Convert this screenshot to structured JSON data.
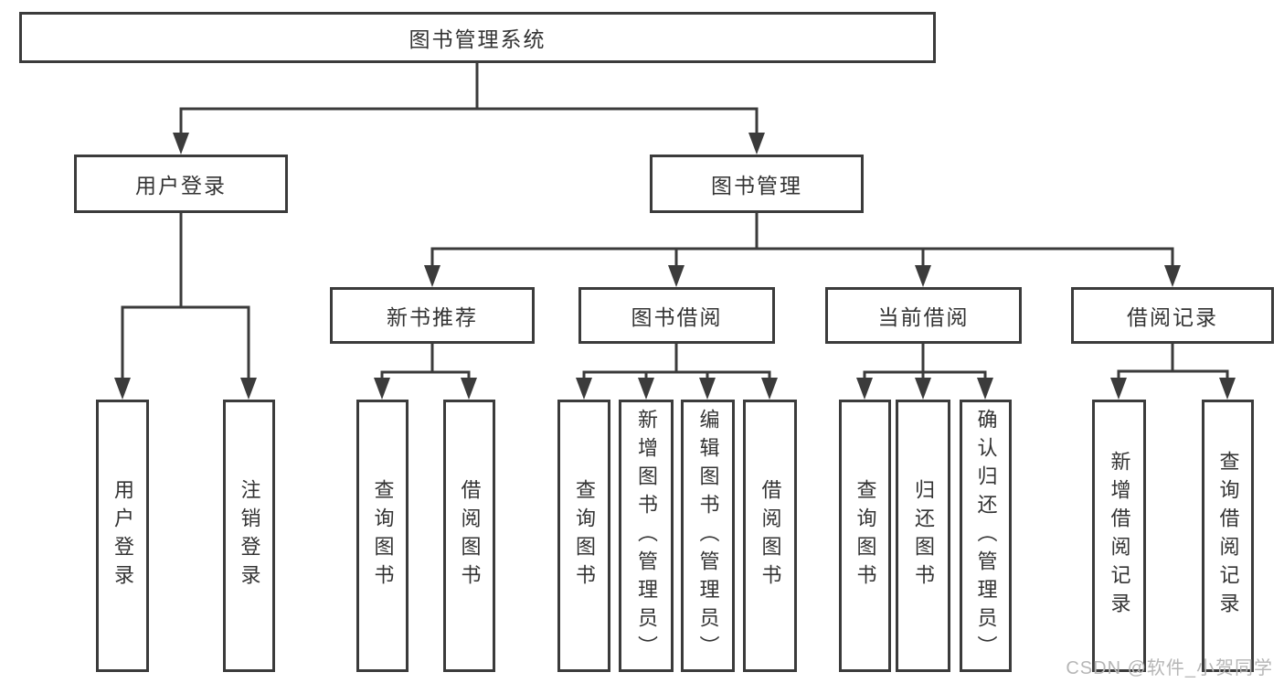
{
  "diagram": {
    "tree": {
      "label": "图书管理系统",
      "children": [
        {
          "label": "用户登录",
          "children": [
            {
              "label": "用户登录"
            },
            {
              "label": "注销登录"
            }
          ]
        },
        {
          "label": "图书管理",
          "children": [
            {
              "label": "新书推荐",
              "children": [
                {
                  "label": "查询图书"
                },
                {
                  "label": "借阅图书"
                }
              ]
            },
            {
              "label": "图书借阅",
              "children": [
                {
                  "label": "查询图书"
                },
                {
                  "label": "新增图书（管理员）"
                },
                {
                  "label": "编辑图书（管理员）"
                },
                {
                  "label": "借阅图书"
                }
              ]
            },
            {
              "label": "当前借阅",
              "children": [
                {
                  "label": "查询图书"
                },
                {
                  "label": "归还图书"
                },
                {
                  "label": "确认归还（管理员）"
                }
              ]
            },
            {
              "label": "借阅记录",
              "children": [
                {
                  "label": "新增借阅记录"
                },
                {
                  "label": "查询借阅记录"
                }
              ]
            }
          ]
        }
      ]
    },
    "watermark": "CSDN @软件_小贺同学",
    "colors": {
      "line": "#3b3b3b",
      "text": "#333333",
      "watermark": "#b6b6b6",
      "background": "#ffffff"
    }
  }
}
